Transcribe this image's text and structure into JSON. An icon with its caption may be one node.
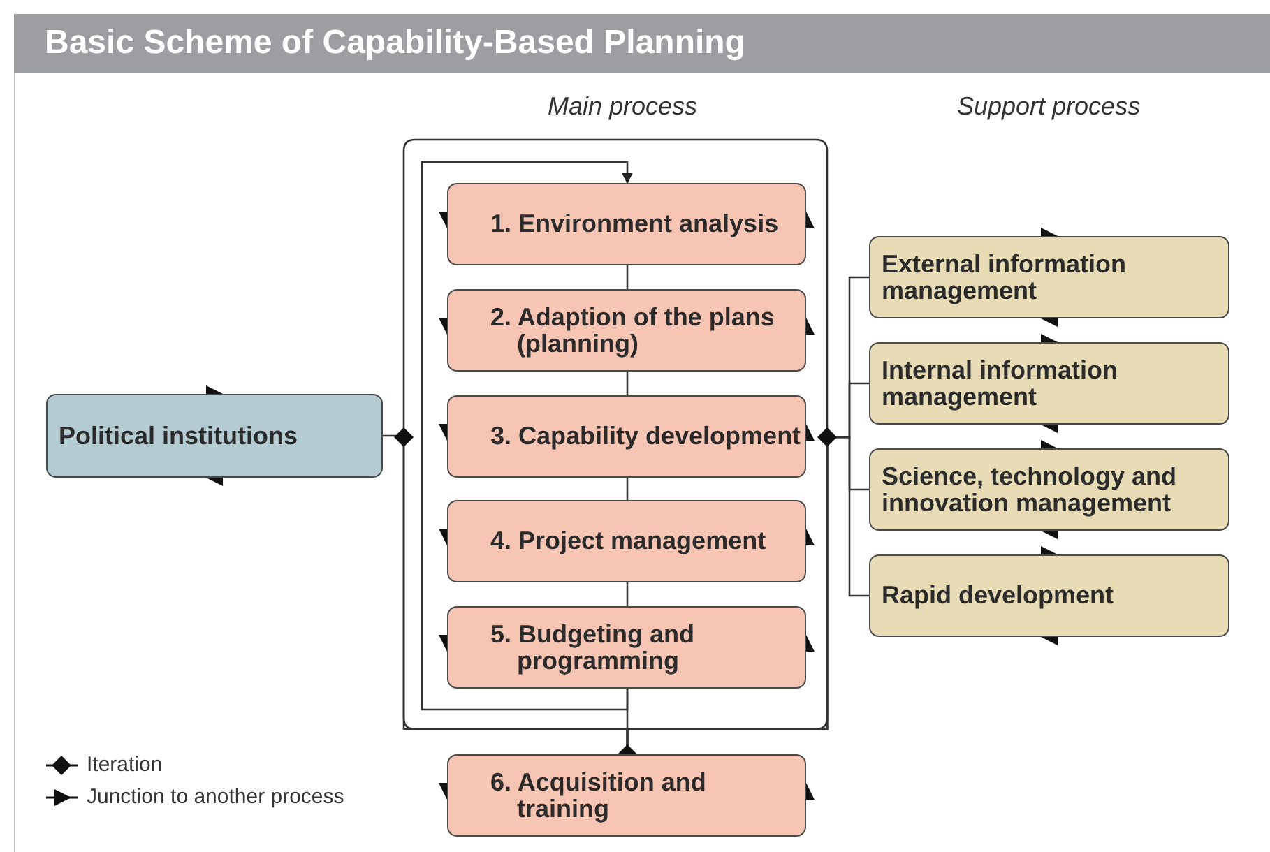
{
  "diagram": {
    "title": "Basic Scheme of Capability-Based Planning",
    "nodes": [
      {
        "text": [
          "Political institutions"
        ]
      },
      {
        "text": [
          "1. Environment analysis"
        ]
      },
      {
        "text": [
          "2. Adaption of the plans (planning)"
        ]
      },
      {
        "text": [
          "3. Capability development"
        ]
      },
      {
        "text": [
          "4. Project management"
        ]
      },
      {
        "text": [
          "5. Budgeting and programming"
        ]
      },
      {
        "text": [
          "6. Acquisition and training"
        ]
      },
      {
        "text": [
          "External information management"
        ]
      },
      {
        "text": [
          "Internal information management"
        ]
      },
      {
        "text": [
          "Science, technology and innovation management"
        ]
      },
      {
        "text": [
          "Rapid development"
        ]
      }
    ],
    "edges": [
      {
        "from": 1,
        "to": 2,
        "arrow": "none"
      },
      {
        "from": 2,
        "to": 3,
        "arrow": "none"
      },
      {
        "from": 3,
        "to": 4,
        "arrow": "none"
      },
      {
        "from": 4,
        "to": 5,
        "arrow": "none"
      },
      {
        "from": 5,
        "to": 6,
        "arrow": "none"
      },
      {
        "from": 5,
        "to": 1,
        "arrow": "to"
      },
      {
        "from": 0,
        "to": 6,
        "arrow": "none"
      },
      {
        "from": 7,
        "to": 6,
        "arrow": "none"
      },
      {
        "from": 8,
        "to": 6,
        "arrow": "none"
      },
      {
        "from": 9,
        "to": 6,
        "arrow": "none"
      },
      {
        "from": 10,
        "to": 6,
        "arrow": "none"
      }
    ],
    "labels": [
      "Main process",
      "Support process"
    ],
    "legend": [
      {
        "text": "Iteration"
      },
      {
        "text": "Junction to another process"
      }
    ]
  }
}
